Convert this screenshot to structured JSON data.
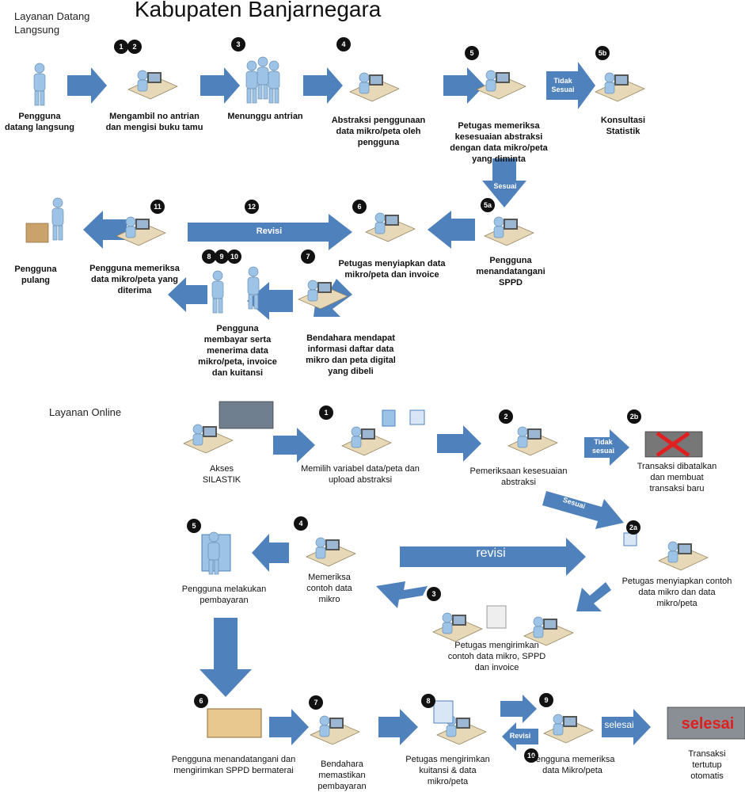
{
  "header": {
    "section_direct": "Layanan Datang Langsung",
    "title": "Kabupaten Banjarnegara",
    "section_online": "Layanan Online"
  },
  "direct": {
    "steps": [
      {
        "id": "p",
        "badge": "",
        "label": "Pengguna datang langsung"
      },
      {
        "id": "s12",
        "badge": "1 2",
        "label": "Mengambil no antrian dan mengisi buku tamu"
      },
      {
        "id": "s3",
        "badge": "3",
        "label": "Menunggu antrian"
      },
      {
        "id": "s4",
        "badge": "4",
        "label": "Abstraksi penggunaan data mikro/peta oleh pengguna"
      },
      {
        "id": "s5",
        "badge": "5",
        "label": "Petugas memeriksa kesesuaian abstraksi dengan data mikro/peta yang diminta"
      },
      {
        "id": "s5b",
        "badge": "5b",
        "label": "Konsultasi Statistik"
      },
      {
        "id": "s5a",
        "badge": "5a",
        "label": "Pengguna menandatangani SPPD"
      },
      {
        "id": "s6",
        "badge": "6",
        "label": "Petugas menyiapkan data mikro/peta dan invoice"
      },
      {
        "id": "s7",
        "badge": "7",
        "label": "Bendahara mendapat informasi daftar data mikro dan peta digital yang dibeli"
      },
      {
        "id": "s8910",
        "badge": "8 9 10",
        "label": "Pengguna membayar serta menerima data mikro/peta, invoice dan kuitansi"
      },
      {
        "id": "s11",
        "badge": "11",
        "label": "Pengguna memeriksa data mikro/peta yang diterima"
      },
      {
        "id": "s12b",
        "badge": "12",
        "label": ""
      },
      {
        "id": "end",
        "badge": "",
        "label": "Pengguna pulang"
      }
    ],
    "arrow_tidak_sesuai": "Tidak Sesuai",
    "arrow_sesuai": "Sesuai",
    "arrow_revisi": "Revisi"
  },
  "online": {
    "steps": [
      {
        "id": "o0",
        "badge": "",
        "label": "Akses SILASTIK"
      },
      {
        "id": "o1",
        "badge": "1",
        "label": "Memilih variabel data/peta dan upload abstraksi"
      },
      {
        "id": "o2",
        "badge": "2",
        "label": "Pemeriksaan kesesuaian abstraksi"
      },
      {
        "id": "o2b",
        "badge": "2b",
        "label": "Transaksi dibatalkan dan membuat transaksi baru"
      },
      {
        "id": "o2a",
        "badge": "2a",
        "label": "Petugas menyiapkan contoh data mikro dan data mikro/peta"
      },
      {
        "id": "o3",
        "badge": "3",
        "label": "Petugas mengirimkan contoh data mikro, SPPD dan invoice"
      },
      {
        "id": "o4",
        "badge": "4",
        "label": "Memeriksa contoh data mikro"
      },
      {
        "id": "o5",
        "badge": "5",
        "label": "Pengguna melakukan pembayaran"
      },
      {
        "id": "o6",
        "badge": "6",
        "label": "Pengguna menandatangani dan mengirimkan SPPD bermaterai"
      },
      {
        "id": "o7",
        "badge": "7",
        "label": "Bendahara memastikan pembayaran"
      },
      {
        "id": "o8",
        "badge": "8",
        "label": "Petugas mengirimkan kuitansi & data mikro/peta"
      },
      {
        "id": "o9",
        "badge": "9",
        "label": "Pengguna memeriksa data Mikro/peta"
      },
      {
        "id": "o10",
        "badge": "10",
        "label": ""
      },
      {
        "id": "oend",
        "badge": "",
        "label": "Transaksi tertutup otomatis"
      }
    ],
    "arrow_tidak_sesuai": "Tidak sesuai",
    "arrow_sesuai": "Sesuai",
    "arrow_revisi": "revisi",
    "arrow_revisi_small": "Revisi",
    "arrow_selesai": "selesai",
    "selesai_image_text": "selesai"
  },
  "colors": {
    "arrow": "#4f81bd",
    "person": "#9dc3e6",
    "desk": "#e7d9b8",
    "badge": "#111111"
  }
}
